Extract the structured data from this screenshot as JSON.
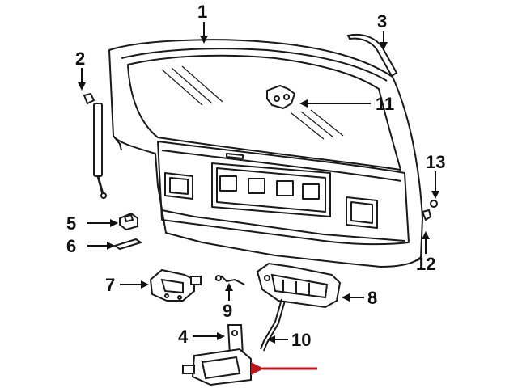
{
  "callouts": {
    "c1": "1",
    "c2": "2",
    "c3": "3",
    "c4": "4",
    "c5": "5",
    "c6": "6",
    "c7": "7",
    "c8": "8",
    "c9": "9",
    "c10": "10",
    "c11": "11",
    "c12": "12",
    "c13": "13"
  },
  "colors": {
    "line": "#1a1a1a",
    "highlight_arrow": "#c0141c",
    "background": "#ffffff"
  }
}
